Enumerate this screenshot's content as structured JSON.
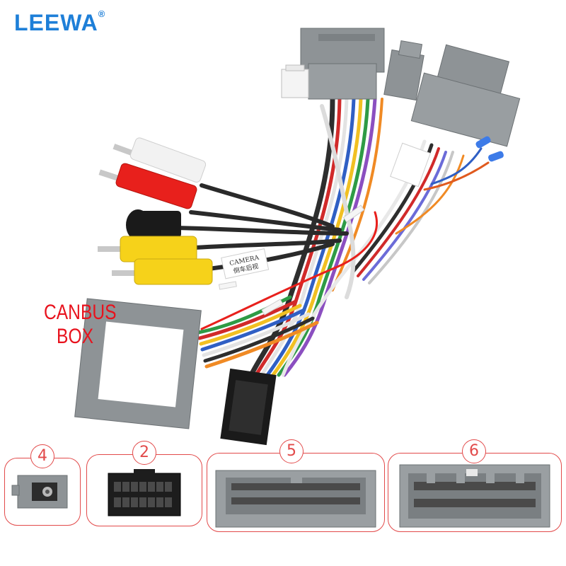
{
  "brand": {
    "logo_text": "LEEWA",
    "registered_mark": "®",
    "color": "#1e7fd8"
  },
  "callout": {
    "line1": "CANBUS",
    "line2": "BOX",
    "color": "#e8121d"
  },
  "labels": {
    "camera_tag_line1": "CAMERA",
    "camera_tag_line2": "倒车后视"
  },
  "connectors": [
    {
      "number": "4"
    },
    {
      "number": "2"
    },
    {
      "number": "5"
    },
    {
      "number": "6"
    }
  ],
  "colors": {
    "plug_gray": "#8e9396",
    "callout_border": "#e24a4a",
    "rca_red": "#e8201c",
    "rca_yellow": "#f6d21a",
    "rca_white": "#f2f2f2",
    "rca_black": "#1a1a1a"
  }
}
